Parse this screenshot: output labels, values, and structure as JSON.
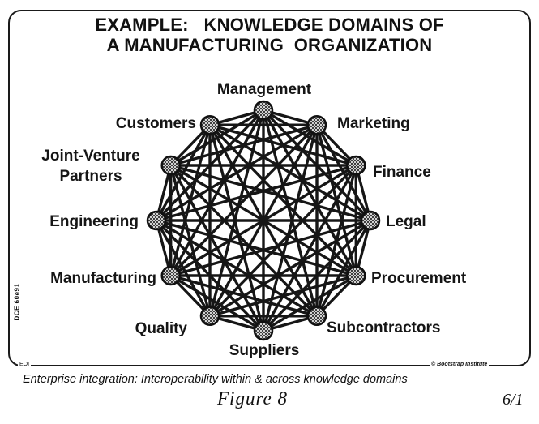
{
  "slide": {
    "title_line1": "EXAMPLE:   KNOWLEDGE DOMAINS OF",
    "title_line2": "A MANUFACTURING  ORGANIZATION",
    "side_code": "DCE 60e91",
    "eoi_tag": "EOI",
    "copyright": "© Bootstrap Institute"
  },
  "diagram": {
    "type": "complete-graph",
    "fully_connected": true,
    "nodes": [
      {
        "id": "management",
        "label": "Management"
      },
      {
        "id": "marketing",
        "label": "Marketing"
      },
      {
        "id": "finance",
        "label": "Finance"
      },
      {
        "id": "legal",
        "label": "Legal"
      },
      {
        "id": "procurement",
        "label": "Procurement"
      },
      {
        "id": "subcontractors",
        "label": "Subcontractors"
      },
      {
        "id": "suppliers",
        "label": "Suppliers"
      },
      {
        "id": "quality",
        "label": "Quality"
      },
      {
        "id": "manufacturing",
        "label": "Manufacturing"
      },
      {
        "id": "engineering",
        "label": "Engineering"
      },
      {
        "id": "joint-venture-partners",
        "label_line1": "Joint-Venture",
        "label_line2": "Partners"
      },
      {
        "id": "customers",
        "label": "Customers"
      }
    ]
  },
  "caption": "Enterprise integration:  Interoperability within & across knowledge domains",
  "figure_label": "Figure 8",
  "page_number": "6/1"
}
